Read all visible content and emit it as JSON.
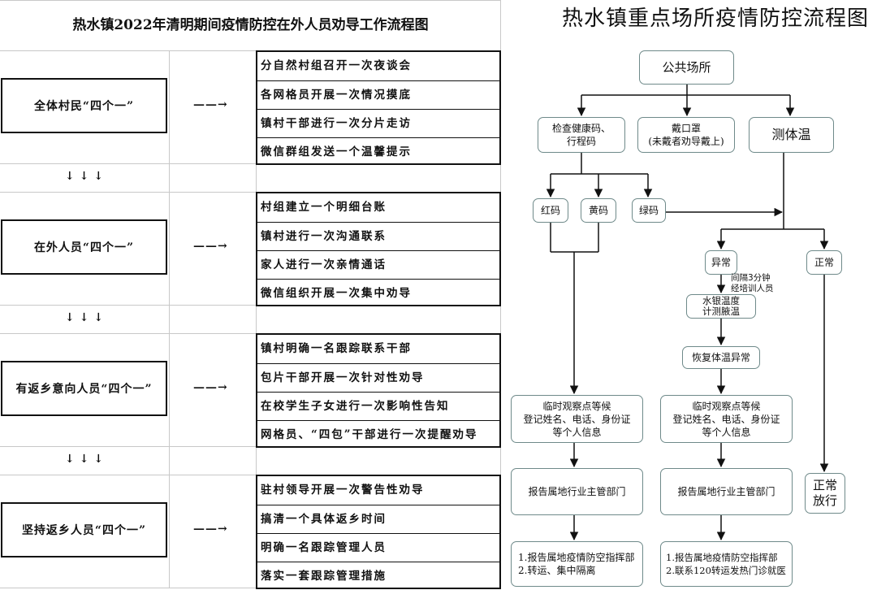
{
  "left": {
    "title": "热水镇2022年清明期间疫情防控在外人员劝导工作流程图",
    "arrow": "——→",
    "down_arrows": "↓↓↓",
    "groups": [
      {
        "label": "全体村民“四个一”",
        "actions": [
          "分自然村组召开一次夜谈会",
          "各网格员开展一次情况摸底",
          "镇村干部进行一次分片走访",
          "微信群组发送一个温馨提示"
        ]
      },
      {
        "label": "在外人员“四个一”",
        "actions": [
          "村组建立一个明细台账",
          "镇村进行一次沟通联系",
          "家人进行一次亲情通话",
          "微信组织开展一次集中劝导"
        ]
      },
      {
        "label": "有返乡意向人员“四个一”",
        "actions": [
          "镇村明确一名跟踪联系干部",
          "包片干部开展一次针对性劝导",
          "在校学生子女进行一次影响性告知",
          "网格员、“四包”干部进行一次提醒劝导"
        ]
      },
      {
        "label": "坚持返乡人员“四个一”",
        "actions": [
          "驻村领导开展一次警告性劝导",
          "搞清一个具体返乡时间",
          "明确一名跟踪管理人员",
          "落实一套跟踪管理措施"
        ]
      }
    ]
  },
  "right": {
    "title": "热水镇重点场所疫情防控流程图",
    "nodes": {
      "public": "公共场所",
      "check_code": "检查健康码、\n行程码",
      "mask": "戴口罩\n(未戴者劝导戴上)",
      "temp": "测体温",
      "red": "红码",
      "yellow": "黄码",
      "green": "绿码",
      "abnormal": "异常",
      "normal": "正常",
      "mercury": "水银温度\n计测腋温",
      "recover": "恢复体温异常",
      "obs_left": "临时观察点等候\n登记姓名、电话、身份证\n等个人信息",
      "obs_right": "临时观察点等候\n登记姓名、电话、身份证\n等个人信息",
      "report_left": "报告属地行业主管部门",
      "report_right": "报告属地行业主管部门",
      "final_left": "1.报告属地疫情防空指挥部\n2.转运、集中隔离",
      "final_right": "1.报告属地疫情防空指挥部\n2.联系120转运发热门诊就医",
      "pass": "正常\n放行"
    },
    "note": "间隔3分钟\n经培训人员",
    "line_color": "#111111",
    "node_border_color": "#6f8a8a"
  }
}
